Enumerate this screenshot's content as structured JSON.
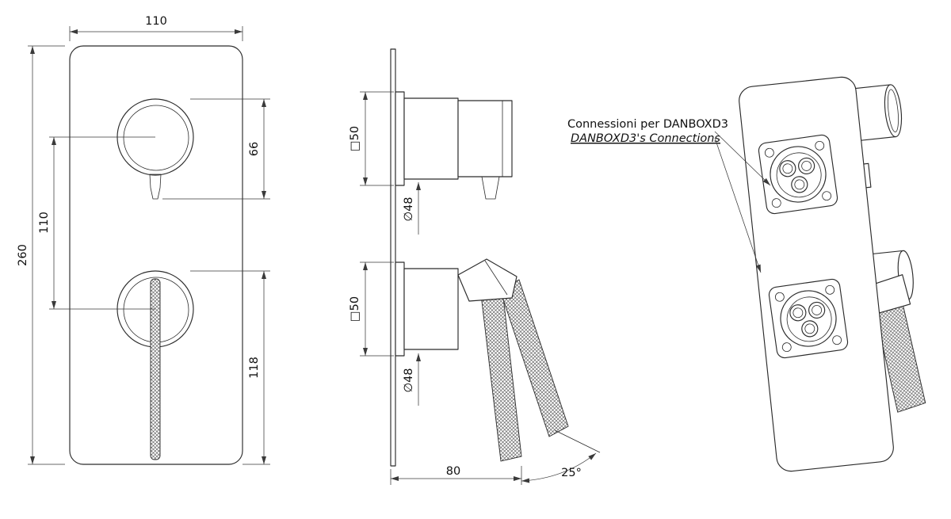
{
  "page": {
    "background": "#ffffff",
    "line_color": "#2b2b2b"
  },
  "front_view": {
    "dim_width": "110",
    "dim_height": "260",
    "dim_knob_spacing": "110",
    "dim_top_knob": "66",
    "dim_bottom_section": "118"
  },
  "side_view": {
    "dim_square_top": "□50",
    "dim_diameter_top": "∅48",
    "dim_square_bottom": "□50",
    "dim_diameter_bottom": "∅48",
    "dim_depth": "80",
    "dim_lever_angle": "25°"
  },
  "perspective_view": {
    "annotation_line1": "Connessioni per DANBOXD3",
    "annotation_line2": "DANBOXD3's Connections"
  }
}
